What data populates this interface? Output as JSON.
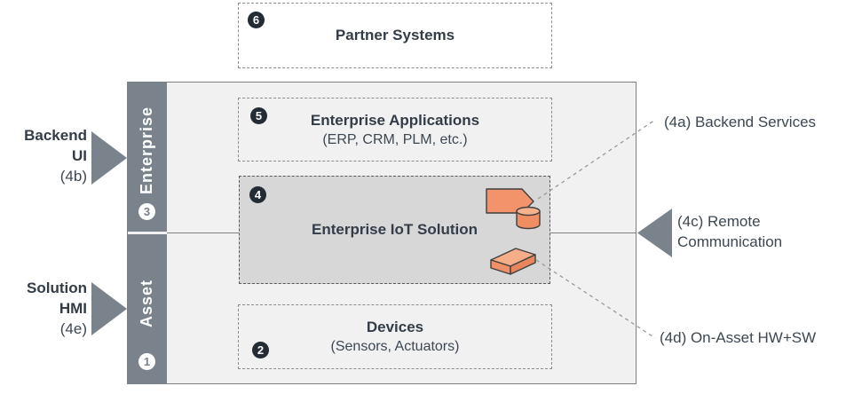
{
  "partner_systems": {
    "badge": "6",
    "title": "Partner Systems"
  },
  "layers": {
    "enterprise": {
      "label": "Enterprise",
      "badge": "3"
    },
    "asset": {
      "label": "Asset",
      "badge": "1"
    }
  },
  "boxes": {
    "enterprise_applications": {
      "badge": "5",
      "title": "Enterprise Applications",
      "subtitle": "(ERP, CRM, PLM, etc.)"
    },
    "enterprise_iot_solution": {
      "badge": "4",
      "title": "Enterprise IoT Solution"
    },
    "devices": {
      "badge": "2",
      "title": "Devices",
      "subtitle": "(Sensors, Actuators)"
    }
  },
  "annotations": {
    "backend_ui": {
      "line1": "Backend",
      "line2": "UI",
      "ref": "(4b)"
    },
    "solution_hmi": {
      "line1": "Solution",
      "line2": "HMI",
      "ref": "(4e)"
    },
    "backend_services": "(4a) Backend Services",
    "remote_communication": {
      "line1": "(4c) Remote",
      "line2": "Communication"
    },
    "on_asset_hw_sw": "(4d) On-Asset HW+SW"
  },
  "icons": {
    "arrow_tag": "service-arrow-icon",
    "database": "database-cylinder-icon",
    "hardware_board": "hardware-board-icon"
  },
  "colors": {
    "sidebar_gray": "#7A838B",
    "container_fill": "#F1F1F2",
    "iot_fill": "#D7D7D8",
    "accent_orange": "#F2936B",
    "accent_orange_light": "#F6B28E",
    "badge_dark": "#232B35",
    "text_dark": "#333C47",
    "line_gray": "#7F7F7F"
  }
}
